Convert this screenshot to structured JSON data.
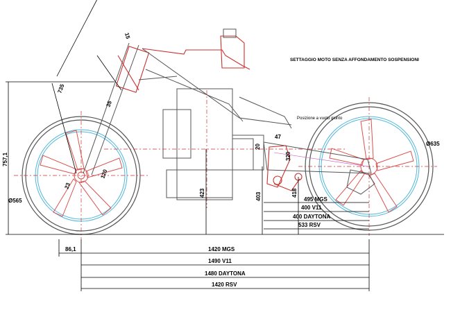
{
  "title": "SETTAGGIO MOTO SENZA AFFONDAMENTO SOSPENSIONI",
  "annotation": "Posizione a vuoto giunto",
  "dimensions": {
    "fork_length": "735",
    "fork_top": "15",
    "rake_35": "35",
    "height_total": "757,1",
    "front_wheel_dia": "Ø565",
    "rear_wheel_dia": "Ø635",
    "front_hub_120": "120",
    "front_hub_23": "23",
    "engine_423": "423",
    "pivot_403": "403",
    "pivot_418": "418",
    "pivot_20": "20",
    "pivot_47": "47",
    "pivot_320": "320",
    "front_offset": "86,1",
    "swingarm": [
      {
        "label": "495 MGS"
      },
      {
        "label": "400 V11"
      },
      {
        "label": "400 DAYTONA"
      },
      {
        "label": "533 RSV"
      }
    ],
    "wheelbase": [
      {
        "label": "1420 MGS"
      },
      {
        "label": "1490 V11"
      },
      {
        "label": "1480 DAYTONA"
      },
      {
        "label": "1420 RSV"
      }
    ]
  }
}
